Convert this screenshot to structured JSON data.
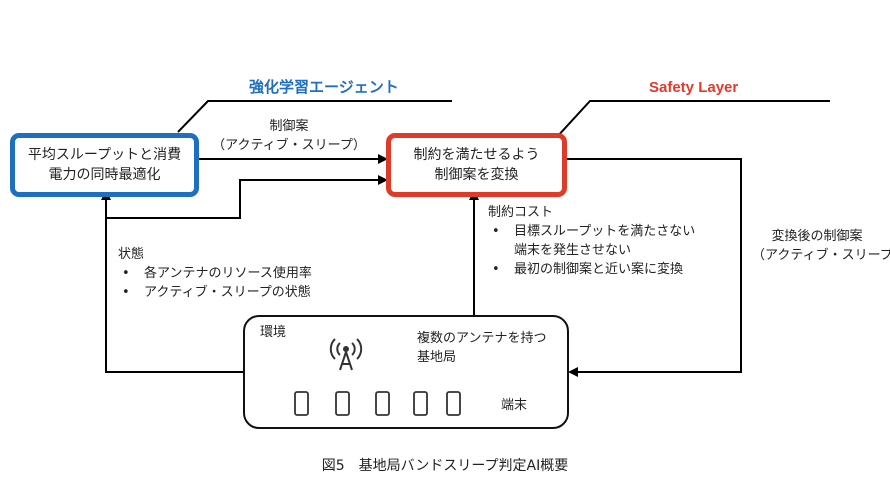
{
  "agent": {
    "title": "強化学習エージェント",
    "line1": "平均スループットと消費",
    "line2": "電力の同時最適化"
  },
  "safety": {
    "title": "Safety Layer",
    "line1": "制約を満たせるよう",
    "line2": "制御案を変換"
  },
  "action_label": {
    "line1": "制御案",
    "line2": "（アクティブ・スリープ）"
  },
  "state_label": {
    "title": "状態",
    "items": [
      "各アンテナのリソース使用率",
      "アクティブ・スリープの状態"
    ]
  },
  "cost_label": {
    "title": "制約コスト",
    "item1_line1": "目標スループットを満たさない",
    "item1_line2": "端末を発生させない",
    "item2": "最初の制御案と近い案に変換"
  },
  "converted_label": {
    "line1": "変換後の制御案",
    "line2": "（アクティブ・スリープ）"
  },
  "environment": {
    "title": "環境",
    "bs_line1": "複数のアンテナを持つ",
    "bs_line2": "基地局",
    "terminals": "端末",
    "antenna_icon": "antenna-tower-icon",
    "terminal_icon": "smartphone-icon"
  },
  "caption": "図5　基地局バンドスリープ判定AI概要",
  "colors": {
    "agent_border": "#1f6fc0",
    "safety_border": "#e03a2b",
    "line": "#000000"
  }
}
